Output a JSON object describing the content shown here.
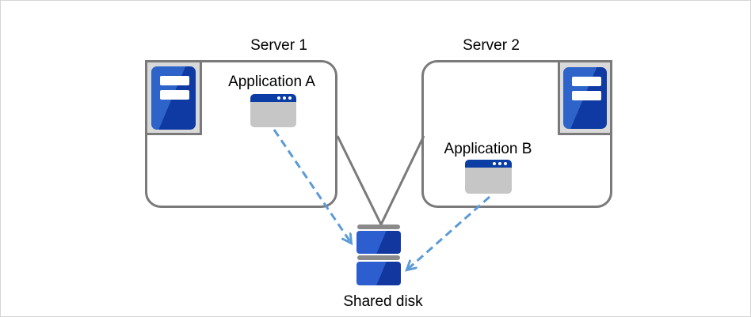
{
  "diagram": {
    "server1": {
      "title": "Server 1",
      "application": "Application A"
    },
    "server2": {
      "title": "Server 2",
      "application": "Application B"
    },
    "shared_disk": {
      "label": "Shared disk"
    }
  },
  "icons": {
    "server1_tower": "server-tower-icon",
    "server2_tower": "server-tower-icon",
    "application_a": "app-window-icon",
    "application_b": "app-window-icon",
    "shared_disk": "disk-stack-icon"
  },
  "connections": [
    {
      "from": "server1",
      "to": "shared-disk",
      "style": "solid-gray-line"
    },
    {
      "from": "server2",
      "to": "shared-disk",
      "style": "solid-gray-line"
    },
    {
      "from": "application-a",
      "to": "shared-disk",
      "style": "dashed-blue-arrow"
    },
    {
      "from": "application-b",
      "to": "shared-disk",
      "style": "dashed-blue-arrow"
    }
  ],
  "colors": {
    "outline_gray": "#7a7a7a",
    "panel_gray": "#d9d9d9",
    "arrow_blue": "#5b9bd5",
    "blue_light": "#2e64c9",
    "blue_dark": "#0f3aa3",
    "titlebar_blue": "#0b3da5",
    "window_body_gray": "#c6c6c6",
    "disk_bar_gray": "#8a8a8a",
    "canvas_border": "#d5d5d5",
    "text": "#000000"
  }
}
